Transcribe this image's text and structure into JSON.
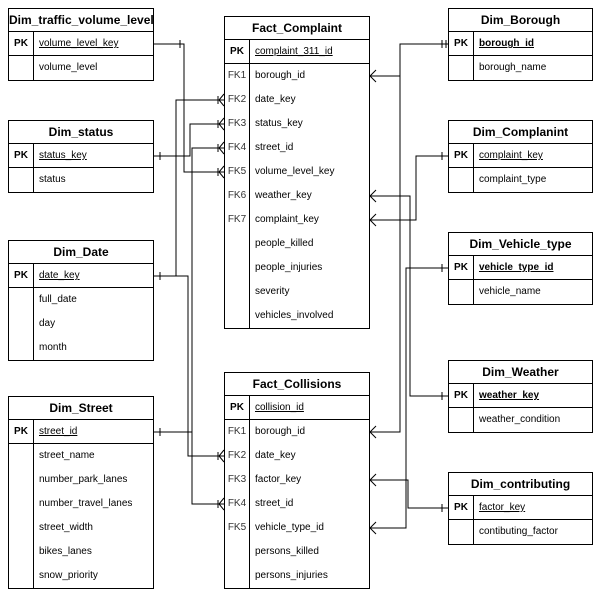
{
  "entities": {
    "dim_traffic_volume_level": {
      "title": "Dim_traffic_volume_level",
      "rows": [
        {
          "key": "PK",
          "name": "volume_level_key"
        },
        {
          "key": "",
          "name": "volume_level"
        }
      ]
    },
    "dim_status": {
      "title": "Dim_status",
      "rows": [
        {
          "key": "PK",
          "name": "status_key"
        },
        {
          "key": "",
          "name": "status"
        }
      ]
    },
    "dim_date": {
      "title": "Dim_Date",
      "rows": [
        {
          "key": "PK",
          "name": "date_key"
        },
        {
          "key": "",
          "name": "full_date"
        },
        {
          "key": "",
          "name": "day"
        },
        {
          "key": "",
          "name": "month"
        }
      ]
    },
    "dim_street": {
      "title": "Dim_Street",
      "rows": [
        {
          "key": "PK",
          "name": "street_id"
        },
        {
          "key": "",
          "name": "street_name"
        },
        {
          "key": "",
          "name": "number_park_lanes"
        },
        {
          "key": "",
          "name": "number_travel_lanes"
        },
        {
          "key": "",
          "name": "street_width"
        },
        {
          "key": "",
          "name": "bikes_lanes"
        },
        {
          "key": "",
          "name": "snow_priority"
        }
      ]
    },
    "fact_complaint": {
      "title": "Fact_Complaint",
      "rows": [
        {
          "key": "PK",
          "name": "complaint_311_id"
        },
        {
          "key": "FK1",
          "name": "borough_id"
        },
        {
          "key": "FK2",
          "name": "date_key"
        },
        {
          "key": "FK3",
          "name": "status_key"
        },
        {
          "key": "FK4",
          "name": "street_id"
        },
        {
          "key": "FK5",
          "name": "volume_level_key"
        },
        {
          "key": "FK6",
          "name": "weather_key"
        },
        {
          "key": "FK7",
          "name": "complaint_key"
        },
        {
          "key": "",
          "name": "people_killed"
        },
        {
          "key": "",
          "name": "people_injuries"
        },
        {
          "key": "",
          "name": "severity"
        },
        {
          "key": "",
          "name": "vehicles_involved"
        }
      ]
    },
    "fact_collisions": {
      "title": "Fact_Collisions",
      "rows": [
        {
          "key": "PK",
          "name": "collision_id"
        },
        {
          "key": "FK1",
          "name": "borough_id"
        },
        {
          "key": "FK2",
          "name": "date_key"
        },
        {
          "key": "FK3",
          "name": "factor_key"
        },
        {
          "key": "FK4",
          "name": "street_id"
        },
        {
          "key": "FK5",
          "name": "vehicle_type_id"
        },
        {
          "key": "",
          "name": "persons_killed"
        },
        {
          "key": "",
          "name": "persons_injuries"
        }
      ]
    },
    "dim_borough": {
      "title": "Dim_Borough",
      "rows": [
        {
          "key": "PK",
          "name": "borough_id"
        },
        {
          "key": "",
          "name": "borough_name"
        }
      ]
    },
    "dim_complanint": {
      "title": "Dim_Complanint",
      "rows": [
        {
          "key": "PK",
          "name": "complaint_key"
        },
        {
          "key": "",
          "name": "complaint_type"
        }
      ]
    },
    "dim_vehicle_type": {
      "title": "Dim_Vehicle_type",
      "rows": [
        {
          "key": "PK",
          "name": "vehicle_type_id"
        },
        {
          "key": "",
          "name": "vehicle_name"
        }
      ]
    },
    "dim_weather": {
      "title": "Dim_Weather",
      "rows": [
        {
          "key": "PK",
          "name": "weather_key"
        },
        {
          "key": "",
          "name": "weather_condition"
        }
      ]
    },
    "dim_contributing": {
      "title": "Dim_contributing",
      "rows": [
        {
          "key": "PK",
          "name": "factor_key"
        },
        {
          "key": "",
          "name": "contibuting_factor"
        }
      ]
    }
  }
}
